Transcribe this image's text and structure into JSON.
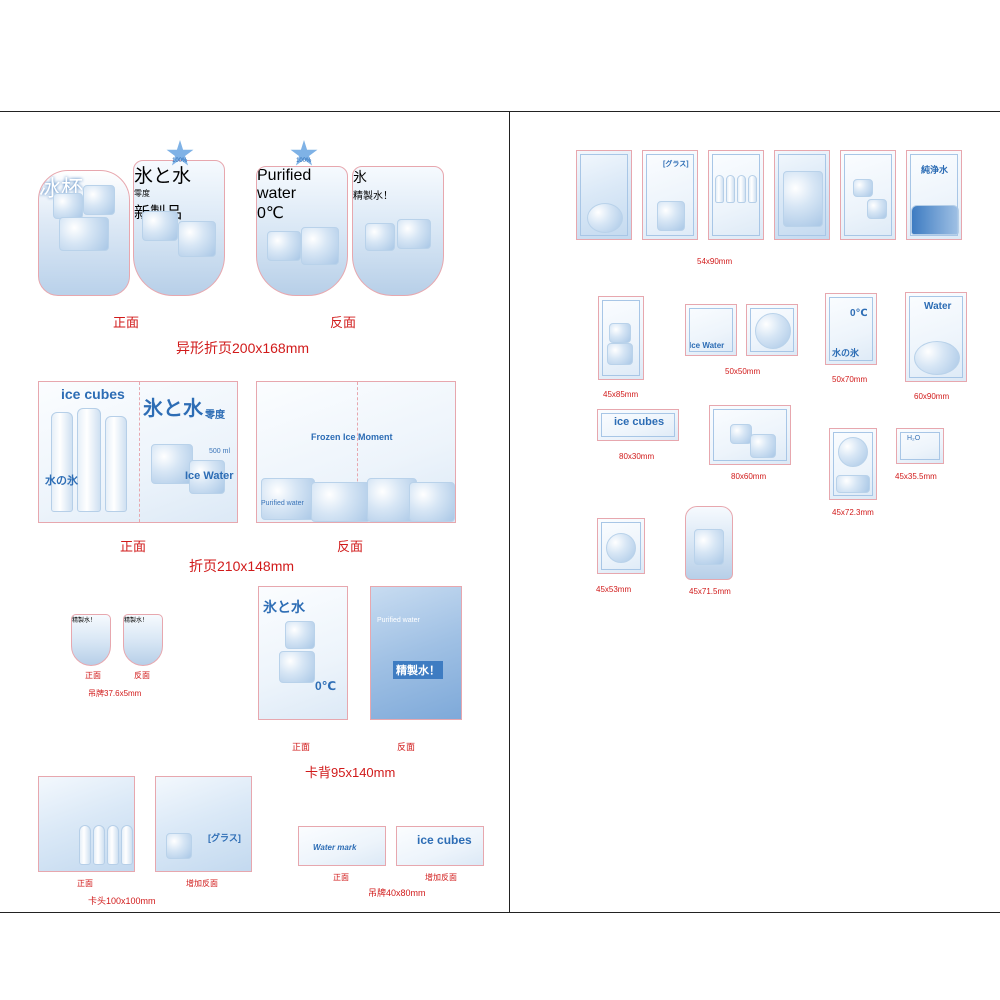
{
  "labels": {
    "front_1": "正面",
    "back_1": "反面",
    "shaped_fold": "异形折页200x168mm",
    "front_2": "正面",
    "back_2": "反面",
    "fold": "折页210x148mm",
    "tag_front": "正面",
    "tag_back": "反面",
    "tag_size": "吊牌37.6x5mm",
    "card_front": "正面",
    "card_back": "反面",
    "cardback_size": "卡背95x140mm",
    "header_front": "正面",
    "header_back": "增加反面",
    "header_size": "卡头100x100mm",
    "hang_front": "正面",
    "hang_back": "增加反面",
    "hang_size": "吊牌40x80mm",
    "s54x90": "54x90mm",
    "s45x85": "45x85mm",
    "s50x50": "50x50mm",
    "s50x70": "50x70mm",
    "s60x90": "60x90mm",
    "s80x30": "80x30mm",
    "s80x60": "80x60mm",
    "s45x72": "45x72.3mm",
    "s45x35": "45x35.5mm",
    "s45x53": "45x53mm",
    "s45x71": "45x71.5mm"
  },
  "artwork": {
    "pct": "100%",
    "ice_cup": "冰杯",
    "ice_and_water": "氷と水",
    "zero_deg": "零度",
    "new_product": "新製品",
    "purified_water": "Purified water",
    "ice_water_small": "Ice Water",
    "zero_c": "0℃",
    "ice_kanji": "氷",
    "refined_water": "精製水！",
    "ice_cubes": "ice cubes",
    "water_of_ice": "水の氷",
    "good": "Good",
    "ml500": "500 ml",
    "ice_water": "Ice Water",
    "frozen_moment": "Frozen Ice Moment",
    "glass": "[グラス]",
    "pure_water": "純浄水",
    "water": "Water",
    "water_mark": "Water mark",
    "h2o": "H₂O"
  }
}
